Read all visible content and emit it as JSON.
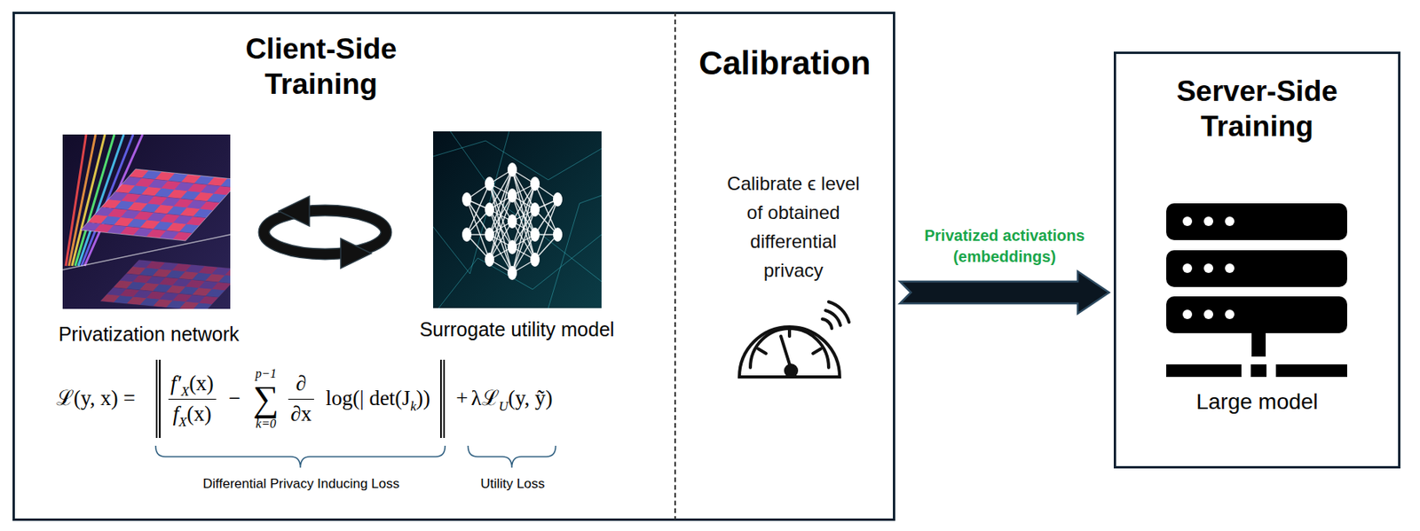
{
  "diagram": {
    "nodes": [
      {
        "text": [
          "Client-Side Training"
        ]
      },
      {
        "text": [
          "Privatization network"
        ],
        "in": 0
      },
      {
        "text": [
          "Surrogate utility model"
        ],
        "in": 0
      },
      {
        "text": [
          "Calibration",
          "Calibrate ϵ level of obtained differential privacy"
        ]
      },
      {
        "text": [
          "Server-Side Training",
          "Large model"
        ]
      }
    ],
    "edges": [
      {
        "from": 3,
        "to": 4,
        "arrow": "to",
        "label": "Privatized activations (embeddings)"
      }
    ],
    "labels": [
      "ℒ(y, x) =",
      "f′",
      "X",
      "(x)",
      "f",
      "X",
      "(x)",
      "−",
      "p−1",
      "∑",
      "k=0",
      "∂",
      "∂x",
      "log(| det(J",
      "k",
      "))",
      "+",
      "λℒ",
      "U",
      "(y, ỹ)",
      "Differential Privacy Inducing Loss",
      "Utility Loss"
    ]
  }
}
